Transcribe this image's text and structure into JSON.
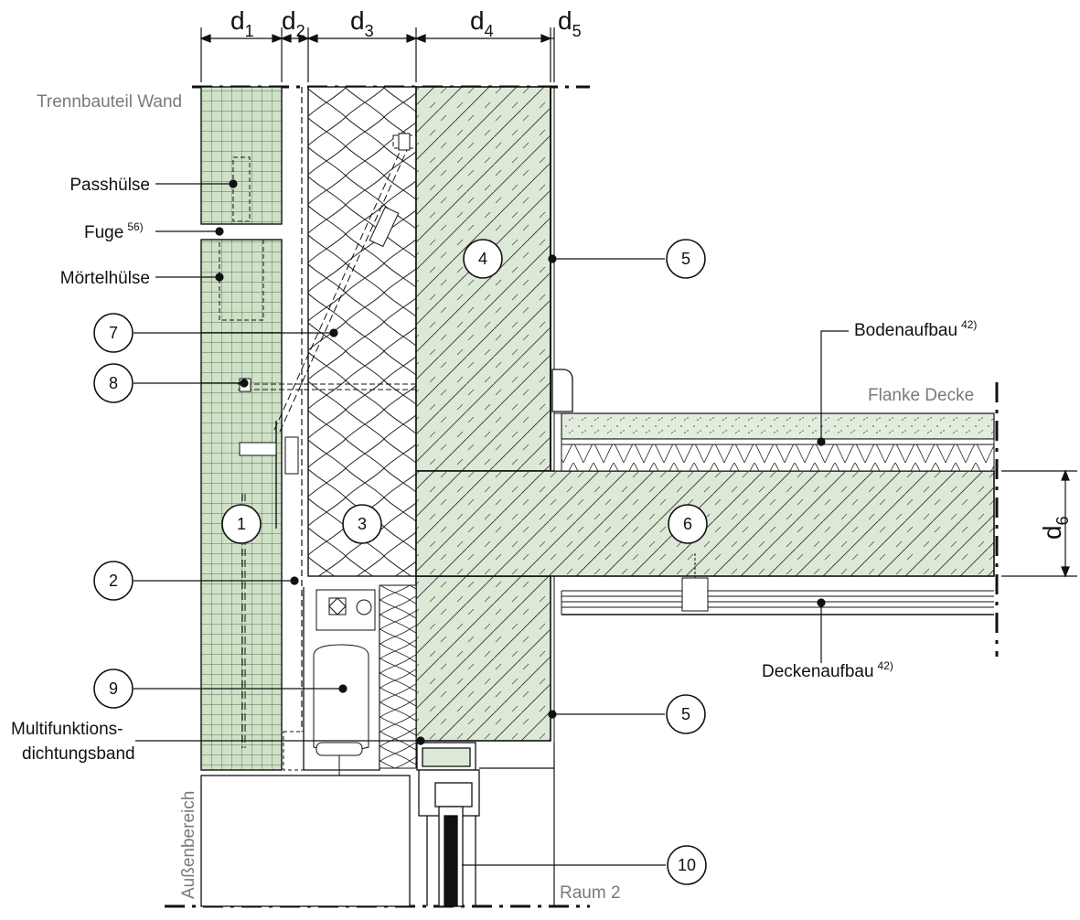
{
  "dimensions": {
    "d1": {
      "base": "d",
      "sub": "1"
    },
    "d2": {
      "base": "d",
      "sub": "2"
    },
    "d3": {
      "base": "d",
      "sub": "3"
    },
    "d4": {
      "base": "d",
      "sub": "4"
    },
    "d5": {
      "base": "d",
      "sub": "5"
    },
    "d6": {
      "base": "d",
      "sub": "6"
    }
  },
  "regions": {
    "trennbauteil_wand": "Trennbauteil Wand",
    "flanke_decke": "Flanke Decke",
    "aussenbereich": "Außenbereich",
    "raum2": "Raum 2"
  },
  "labels": {
    "passhuelse": "Passhülse",
    "fuge": {
      "text": "Fuge",
      "note": "56)"
    },
    "moertelhuelse": "Mörtelhülse",
    "bodenaufbau": {
      "text": "Bodenaufbau",
      "note": "42)"
    },
    "deckenaufbau": {
      "text": "Deckenaufbau",
      "note": "42)"
    },
    "multifunktion_1": "Multifunktions-",
    "multifunktion_2": "dichtungsband"
  },
  "markers": [
    "1",
    "2",
    "3",
    "4",
    "5",
    "5",
    "6",
    "7",
    "8",
    "9",
    "10"
  ],
  "colors": {
    "concrete_fill": "#dce9d6",
    "masonry_fill": "#cfe2c8",
    "line": "#111111",
    "region_label": "#7a7a7a"
  }
}
